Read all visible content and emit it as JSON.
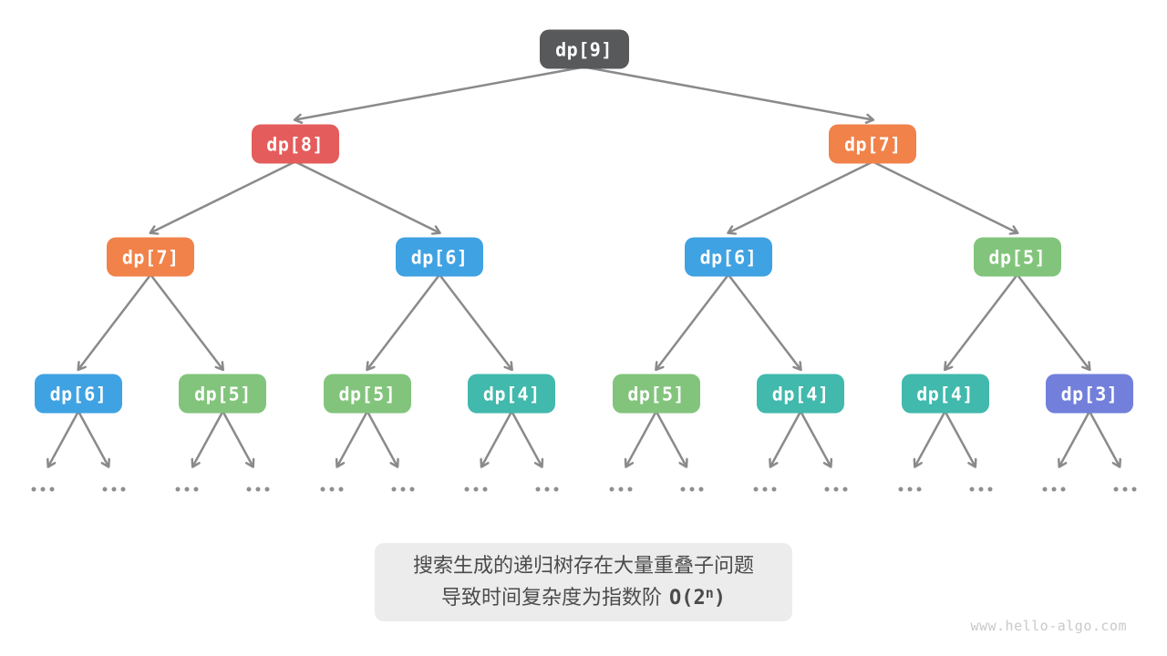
{
  "palette": {
    "dark": "#58595B",
    "red": "#E45C5C",
    "orange": "#F0824A",
    "blue": "#3FA2E2",
    "green": "#82C47C",
    "teal": "#41B9AC",
    "purple": "#7280DB",
    "edge": "#8A8A8A",
    "dots": "#8F8F8F",
    "caption_bg": "#ECECEC",
    "caption_text": "#4B4B4B",
    "watermark_text": "#C9C9C9"
  },
  "tree": {
    "levels": [
      [
        {
          "label": "dp[9]",
          "color": "dark"
        }
      ],
      [
        {
          "label": "dp[8]",
          "color": "red"
        },
        {
          "label": "dp[7]",
          "color": "orange"
        }
      ],
      [
        {
          "label": "dp[7]",
          "color": "orange"
        },
        {
          "label": "dp[6]",
          "color": "blue"
        },
        {
          "label": "dp[6]",
          "color": "blue"
        },
        {
          "label": "dp[5]",
          "color": "green"
        }
      ],
      [
        {
          "label": "dp[6]",
          "color": "blue"
        },
        {
          "label": "dp[5]",
          "color": "green"
        },
        {
          "label": "dp[5]",
          "color": "green"
        },
        {
          "label": "dp[4]",
          "color": "teal"
        },
        {
          "label": "dp[5]",
          "color": "green"
        },
        {
          "label": "dp[4]",
          "color": "teal"
        },
        {
          "label": "dp[4]",
          "color": "teal"
        },
        {
          "label": "dp[3]",
          "color": "purple"
        }
      ]
    ],
    "ellipsis_symbol": "...",
    "ellipsis_groups": 16
  },
  "caption": {
    "line1": "搜索生成的递归树存在大量重叠子问题",
    "line2_text": "导致时间复杂度为指数阶",
    "formula_open": "O(2",
    "formula_sup": "n",
    "formula_close": ")"
  },
  "watermark": "www.hello-algo.com"
}
